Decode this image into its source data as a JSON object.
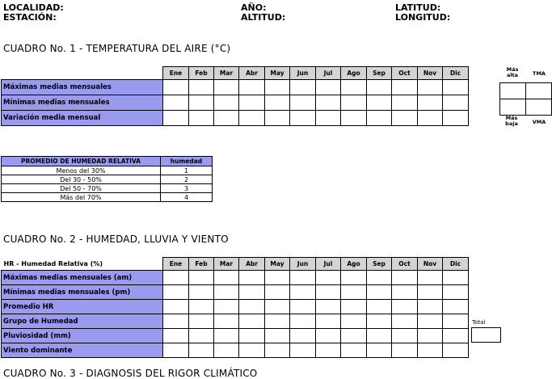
{
  "header": {
    "localidad": "LOCALIDAD:",
    "ano": "AÑO:",
    "latitud": "LATITUD:",
    "estacion": "ESTACIÓN:",
    "altitud": "ALTITUD:",
    "longitud": "LONGITUD:"
  },
  "cuadro1": {
    "title": "CUADRO No. 1 - TEMPERATURA DEL AIRE (°C)",
    "months": [
      "Ene",
      "Feb",
      "Mar",
      "Abr",
      "May",
      "Jun",
      "Jul",
      "Ago",
      "Sep",
      "Oct",
      "Nov",
      "Dic"
    ],
    "rows": [
      "Máximas medias mensuales",
      "Mínimas medias mensuales",
      "Variación media mensual"
    ],
    "side": {
      "mas_alta": "Más alta",
      "tma": "TMA",
      "mas_baja": "Más baja",
      "vma": "VMA"
    }
  },
  "humedad": {
    "headers": [
      "PROMEDIO DE HUMEDAD RELATIVA",
      "humedad"
    ],
    "rows": [
      [
        "Menos del 30%",
        "1"
      ],
      [
        "Del 30 - 50%",
        "2"
      ],
      [
        "Del 50 - 70%",
        "3"
      ],
      [
        "Más del 70%",
        "4"
      ]
    ]
  },
  "cuadro2": {
    "title": "CUADRO No. 2 - HUMEDAD, LLUVIA Y VIENTO",
    "corner": "HR - Humedad Relativa (%)",
    "months": [
      "Ene",
      "Feb",
      "Mar",
      "Abr",
      "May",
      "Jun",
      "Jul",
      "Ago",
      "Sep",
      "Oct",
      "Nov",
      "Dic"
    ],
    "rows": [
      "Máximas medias mensuales (am)",
      "Mínimas medias mensuales (pm)",
      "Promedio HR",
      "Grupo de Humedad",
      "Pluviosidad (mm)",
      "Viento dominante"
    ],
    "total": "Total"
  },
  "cuadro3": {
    "title": "CUADRO No. 3 - DIAGNOSIS DEL RIGOR CLIMÁTICO"
  }
}
